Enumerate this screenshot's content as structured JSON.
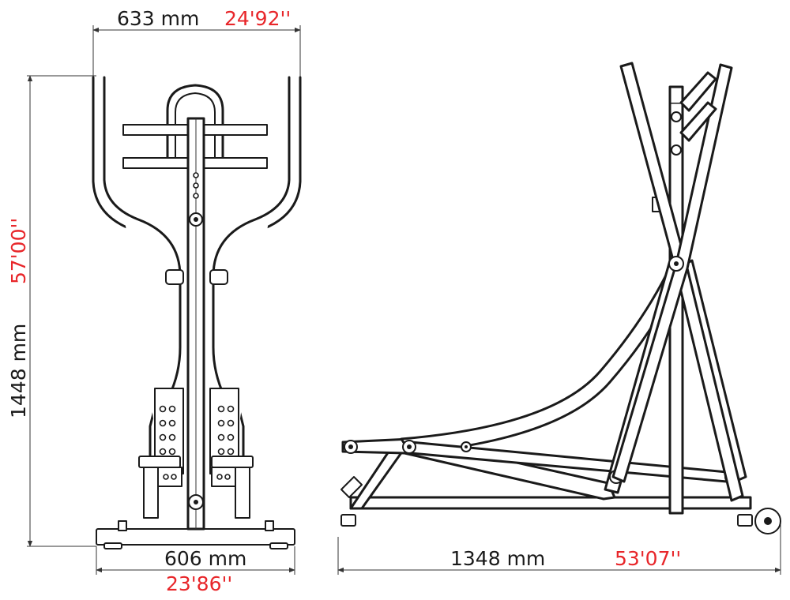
{
  "front_view": {
    "top_width": {
      "mm": "633 mm",
      "inch": "24'92''"
    },
    "height": {
      "mm": "1448 mm",
      "inch": "57'00''"
    },
    "base_width": {
      "mm": "606 mm",
      "inch": "23'86''"
    }
  },
  "side_view": {
    "length": {
      "mm": "1348 mm",
      "inch": "53'07''"
    }
  },
  "colors": {
    "mm_text": "#1a1a1a",
    "inch_text": "#e8262a",
    "lines": "#1a1a1a"
  }
}
